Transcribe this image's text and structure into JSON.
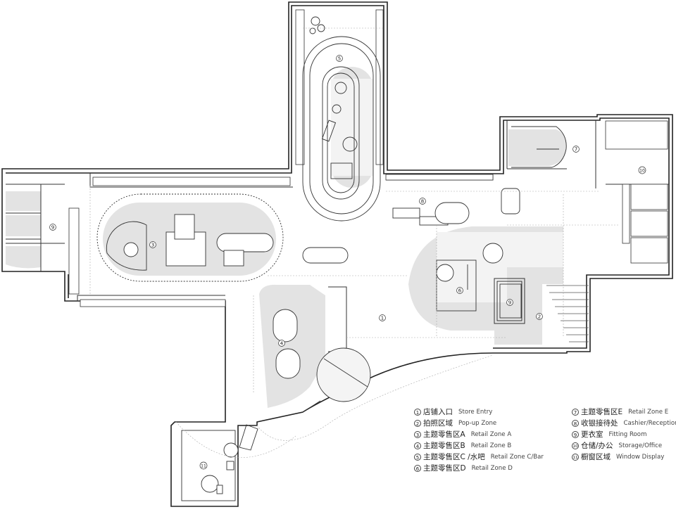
{
  "plan_labels": [
    "1",
    "2",
    "3",
    "4",
    "5",
    "6",
    "7",
    "8",
    "9",
    "9",
    "10",
    "11"
  ],
  "legend": [
    {
      "num": "1",
      "cn": "店铺入口",
      "en": "Store Entry"
    },
    {
      "num": "2",
      "cn": "拍照区域",
      "en": "Pop-up Zone"
    },
    {
      "num": "3",
      "cn": "主题零售区A",
      "en": "Retail Zone A"
    },
    {
      "num": "4",
      "cn": "主题零售区B",
      "en": "Retail Zone B"
    },
    {
      "num": "5",
      "cn": "主题零售区C /水吧",
      "en": "Retail Zone C/Bar"
    },
    {
      "num": "6",
      "cn": "主题零售区D",
      "en": "Retail Zone D"
    },
    {
      "num": "7",
      "cn": "主题零售区E",
      "en": "Retail Zone E"
    },
    {
      "num": "8",
      "cn": "收银接待处",
      "en": "Cashier/Reception"
    },
    {
      "num": "9",
      "cn": "更衣室",
      "en": "Fitting Room"
    },
    {
      "num": "10",
      "cn": "仓储/办公",
      "en": "Storage/Office"
    },
    {
      "num": "11",
      "cn": "橱窗区域",
      "en": "Window Display"
    }
  ]
}
